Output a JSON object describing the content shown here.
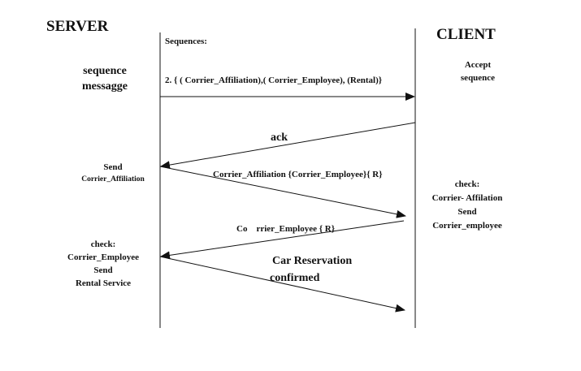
{
  "server_header": "SERVER",
  "client_header": "CLIENT",
  "sequences_label": "Sequences:",
  "sequence_spec": "2. { (  Corrier_Affiliation),(  Corrier_Employee), (Rental)}",
  "server_sequence_msg": [
    "sequence",
    "messagge"
  ],
  "client_accept": [
    "Accept",
    "sequence"
  ],
  "ack_label": "ack",
  "server_send_affiliation": [
    "Send",
    "Corrier_Affiliation"
  ],
  "affiliation_msg": "Corrier_Affiliation  {Corrier_Employee}{ R}",
  "client_check": [
    "check:",
    "Corrier- Affilation",
    "Send",
    "Corrier_employee"
  ],
  "employee_msg": "Co    rrier_Employee { R}",
  "server_check": [
    "check:",
    "Corrier_Employee",
    "Send",
    "Rental Service"
  ],
  "reservation_msg": [
    "Car Reservation",
    "confirmed"
  ]
}
